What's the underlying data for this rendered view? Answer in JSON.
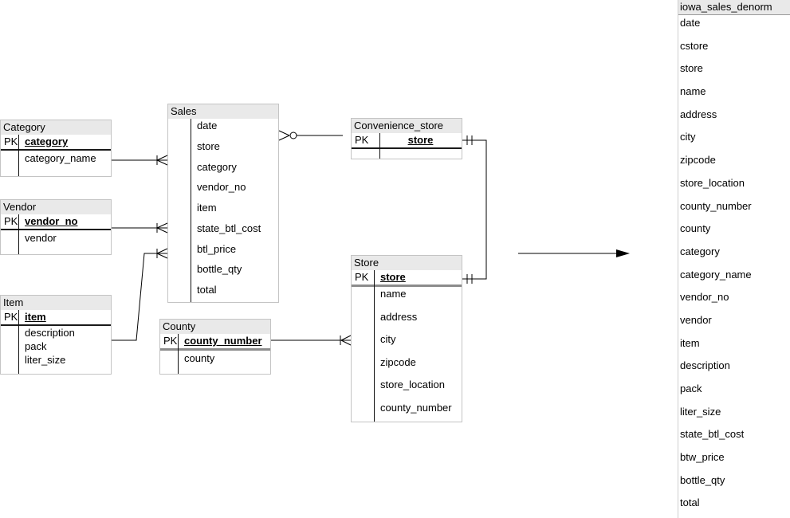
{
  "diagram": {
    "entities": [
      {
        "id": "category",
        "title": "Category",
        "pk_label": "PK",
        "pk": "category",
        "fields": [
          "category_name"
        ]
      },
      {
        "id": "vendor",
        "title": "Vendor",
        "pk_label": "PK",
        "pk": "vendor_no",
        "fields": [
          "vendor"
        ]
      },
      {
        "id": "item",
        "title": "Item",
        "pk_label": "PK",
        "pk": "item",
        "fields": [
          "description",
          "pack",
          "liter_size"
        ]
      },
      {
        "id": "sales",
        "title": "Sales",
        "fields": [
          "date",
          "store",
          "category",
          "vendor_no",
          "item",
          "state_btl_cost",
          "btl_price",
          "bottle_qty",
          "total"
        ]
      },
      {
        "id": "convenience_store",
        "title": "Convenience_store",
        "pk_label": "PK",
        "pk": "store",
        "fields": []
      },
      {
        "id": "store",
        "title": "Store",
        "pk_label": "PK",
        "pk": "store",
        "fields": [
          "name",
          "address",
          "city",
          "zipcode",
          "store_location",
          "county_number"
        ]
      },
      {
        "id": "county",
        "title": "County",
        "pk_label": "PK",
        "pk": "county_number",
        "fields": [
          "county"
        ]
      }
    ],
    "relationships": [
      {
        "from": "Category",
        "to": "Sales",
        "notation": "one-to-many"
      },
      {
        "from": "Vendor",
        "to": "Sales",
        "notation": "one-to-many"
      },
      {
        "from": "Item",
        "to": "Sales",
        "notation": "one-to-many"
      },
      {
        "from": "Sales",
        "to": "Convenience_store",
        "notation": "zero-or-many"
      },
      {
        "from": "Convenience_store",
        "to": "Store",
        "notation": "one-and-only-one"
      },
      {
        "from": "County",
        "to": "Store",
        "notation": "one-to-many"
      }
    ],
    "denorm_table": {
      "title": "iowa_sales_denorm",
      "fields": [
        "date",
        "cstore",
        "store",
        "name",
        "address",
        "city",
        "zipcode",
        "store_location",
        "county_number",
        "county",
        "category",
        "category_name",
        "vendor_no",
        "vendor",
        "item",
        "description",
        "pack",
        "liter_size",
        "state_btl_cost",
        "btw_price",
        "bottle_qty",
        "total"
      ]
    }
  },
  "colors": {
    "header_bg": "#e9e9e9",
    "box_border": "#c4c4c4",
    "pk_divider": "#1a1a1a",
    "thick_divider": "#8c8c8c",
    "panel_header_border": "#9a9a9a",
    "line": "#000000"
  }
}
